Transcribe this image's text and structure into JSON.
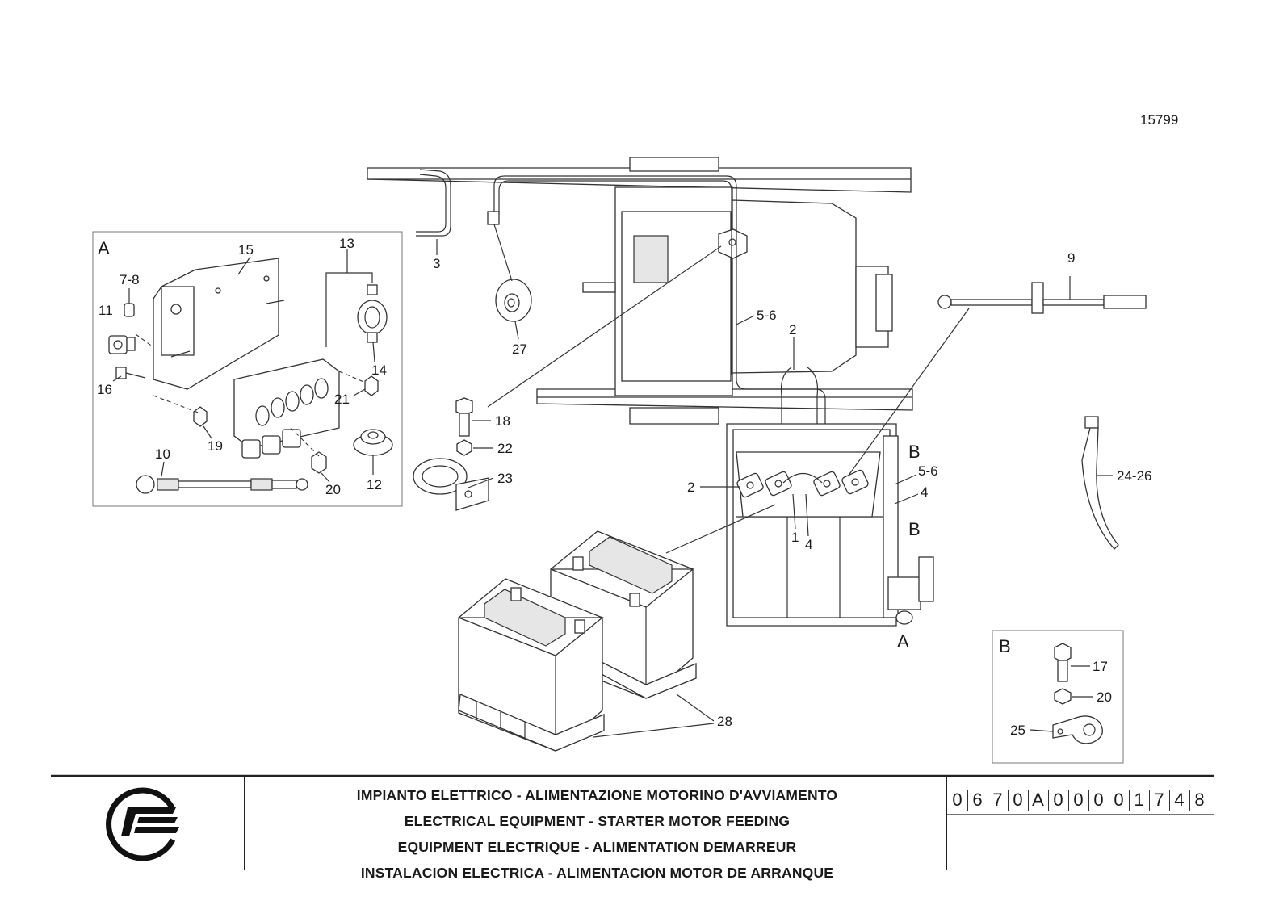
{
  "drawing_number": "15799",
  "detail_views": {
    "A": {
      "label": "A"
    },
    "B": {
      "label": "B"
    }
  },
  "callouts_main": [
    "3",
    "27",
    "5-6",
    "2",
    "9",
    "18",
    "22",
    "23",
    "2",
    "B",
    "5-6",
    "4",
    "B",
    "1",
    "4",
    "A",
    "24-26",
    "28"
  ],
  "callouts_detail_a": [
    "15",
    "13",
    "7-8",
    "11",
    "16",
    "14",
    "21",
    "19",
    "10",
    "20",
    "12"
  ],
  "callouts_detail_b": [
    "17",
    "20",
    "25"
  ],
  "title_block": {
    "titles": [
      "IMPIANTO ELETTRICO - ALIMENTAZIONE MOTORINO D'AVVIAMENTO",
      "ELECTRICAL EQUIPMENT - STARTER MOTOR FEEDING",
      "EQUIPMENT ELECTRIQUE - ALIMENTATION DEMARREUR",
      "INSTALACION ELECTRICA - ALIMENTACION MOTOR DE ARRANQUE"
    ],
    "code_chars": [
      "0",
      "6",
      "7",
      "0",
      "A",
      "0",
      "0",
      "0",
      "0",
      "1",
      "7",
      "4",
      "8"
    ]
  }
}
